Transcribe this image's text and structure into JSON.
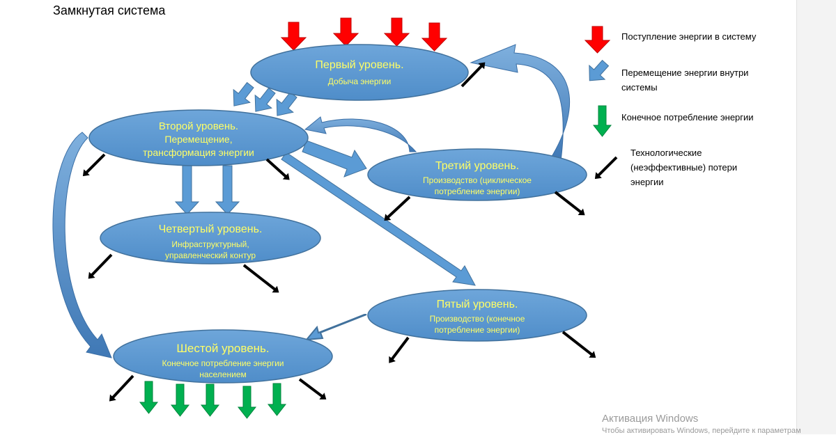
{
  "title": "Замкнутая система",
  "nodes": [
    {
      "id": "level1",
      "title": "Первый уровень.",
      "sub": [
        "Добыча энергии"
      ]
    },
    {
      "id": "level2",
      "title": "Второй уровень.",
      "sub": [
        "Перемещение,",
        "трансформация энергии"
      ]
    },
    {
      "id": "level3",
      "title": "Третий уровень.",
      "sub": [
        "Производство (циклическое",
        "потребление энергии)"
      ]
    },
    {
      "id": "level4",
      "title": "Четвертый уровень.",
      "sub": [
        "Инфраструктурный,",
        "управленческий контур"
      ]
    },
    {
      "id": "level5",
      "title": "Пятый уровень.",
      "sub": [
        "Производство (конечное",
        "потребление энергии)"
      ]
    },
    {
      "id": "level6",
      "title": "Шестой уровень.",
      "sub": [
        "Конечное потребление энергии",
        "населением"
      ]
    }
  ],
  "legend": [
    {
      "id": "input",
      "label": "Поступление энергии в систему",
      "color": "#ff0000"
    },
    {
      "id": "internal",
      "label": "Перемещение энергии внутри системы",
      "color": "#5b9bd5"
    },
    {
      "id": "final",
      "label": "Конечное потребление энергии",
      "color": "#00b050"
    },
    {
      "id": "losses",
      "label": "Технологические (неэффективные) потери энергии",
      "color": "#000000"
    }
  ],
  "watermark": {
    "line1": "Активация Windows",
    "line2": "Чтобы активировать Windows, перейдите к параметрам"
  }
}
